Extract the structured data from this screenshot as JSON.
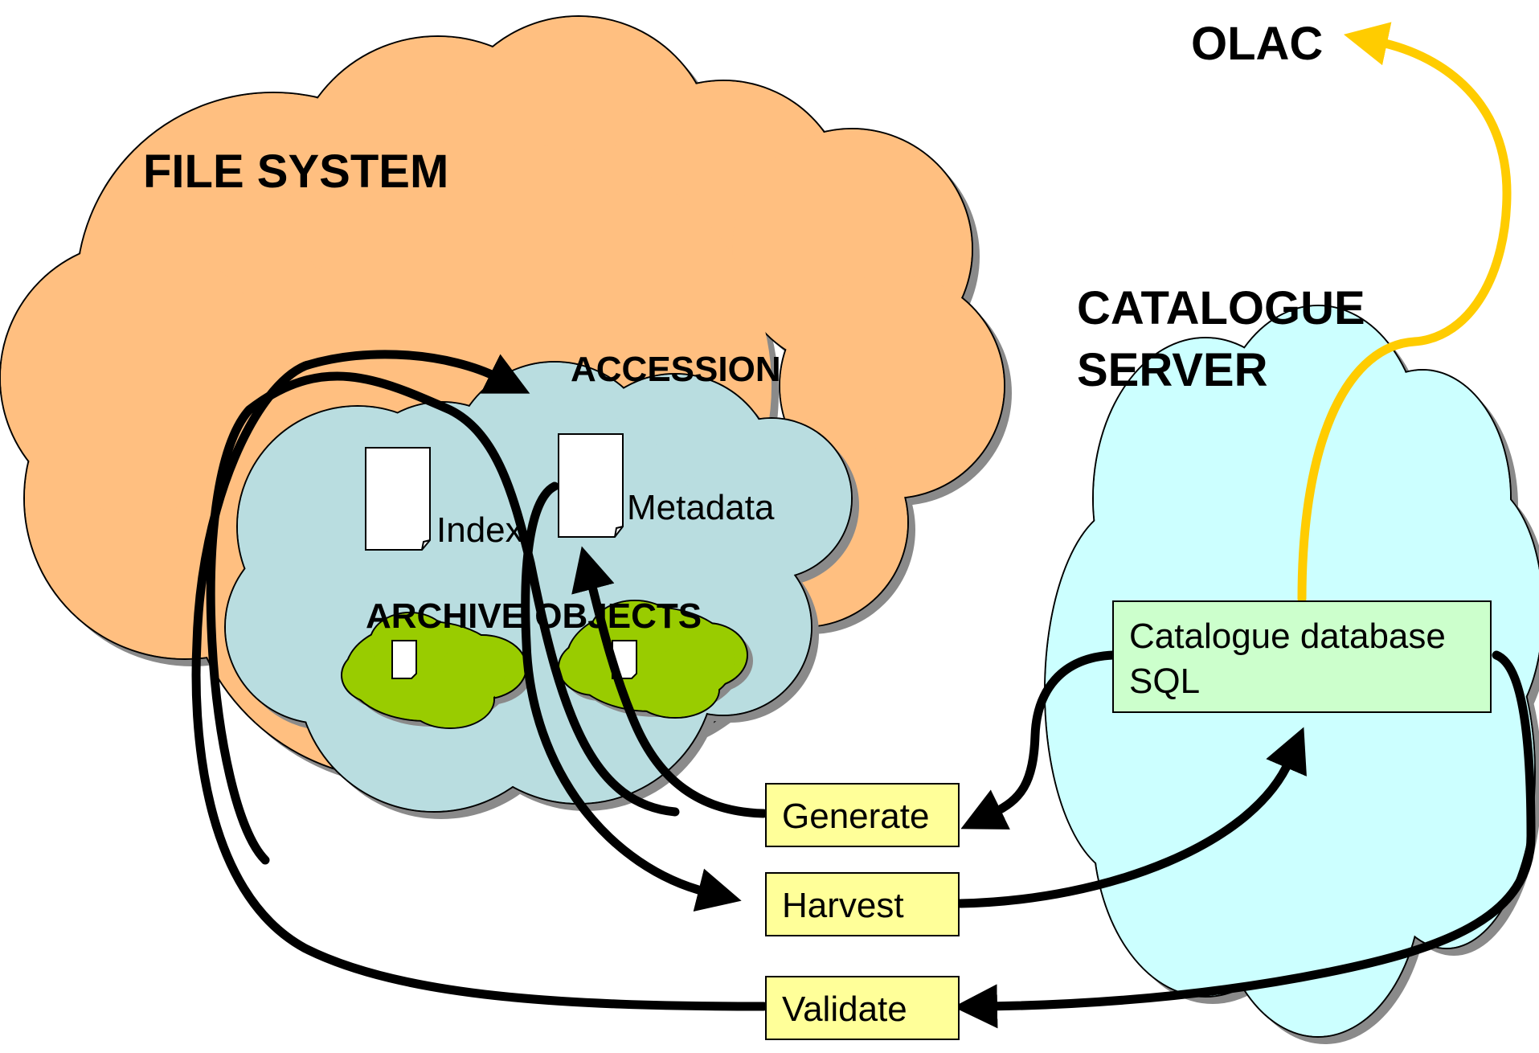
{
  "labels": {
    "file_system": "FILE SYSTEM",
    "catalogue_server_line1": "CATALOGUE",
    "catalogue_server_line2": "SERVER",
    "olac": "OLAC",
    "accession": "ACCESSION",
    "archive_objects": "ARCHIVE OBJECTS",
    "index": "Index",
    "metadata": "Metadata"
  },
  "processes": {
    "generate": "Generate",
    "harvest": "Harvest",
    "validate": "Validate"
  },
  "database": {
    "line1": "Catalogue database",
    "line2": "SQL"
  },
  "colors": {
    "file_system_cloud": "#ffbf80",
    "archive_cloud": "#b9dde0",
    "catalogue_cloud": "#ccffff",
    "object_cloud": "#99cc00",
    "process_box": "#ffff99",
    "database_box": "#ccffcc",
    "olac_arrow": "#ffcc00",
    "flow_arrow": "#000000"
  }
}
